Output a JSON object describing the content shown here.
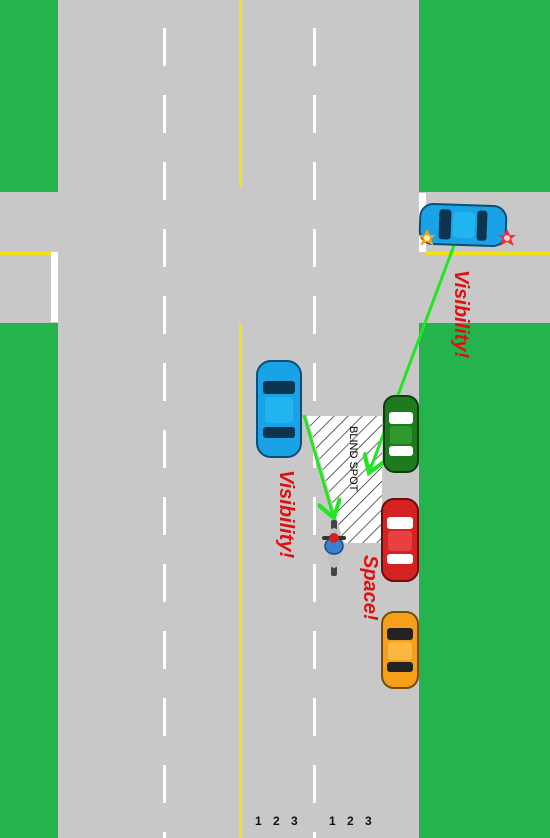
{
  "colors": {
    "grass": "#25b34e",
    "road": "#c8c8c8",
    "yellow_line": "#f2e21a",
    "lane_dash": "#ffffff",
    "arrow": "#22e622",
    "warning_text": "#e01010",
    "car_blue": "#1aa2e6",
    "car_green": "#1e7a1e",
    "car_red": "#d42222",
    "car_orange": "#f5a01a",
    "motorcycle": "#3b7fd1"
  },
  "labels": {
    "visibility_top": "Visibility!",
    "visibility_left": "Visibility!",
    "space": "Space!",
    "blind_spot": "BLIND SPOT"
  },
  "lane_numbers": {
    "left_lane_positions": [
      "1",
      "2",
      "3"
    ],
    "right_lane_positions": [
      "1",
      "2",
      "3"
    ]
  },
  "icons": {
    "turn_signal_left": "turn-signal-flash-icon",
    "turn_signal_right": "brake-light-flash-icon"
  }
}
